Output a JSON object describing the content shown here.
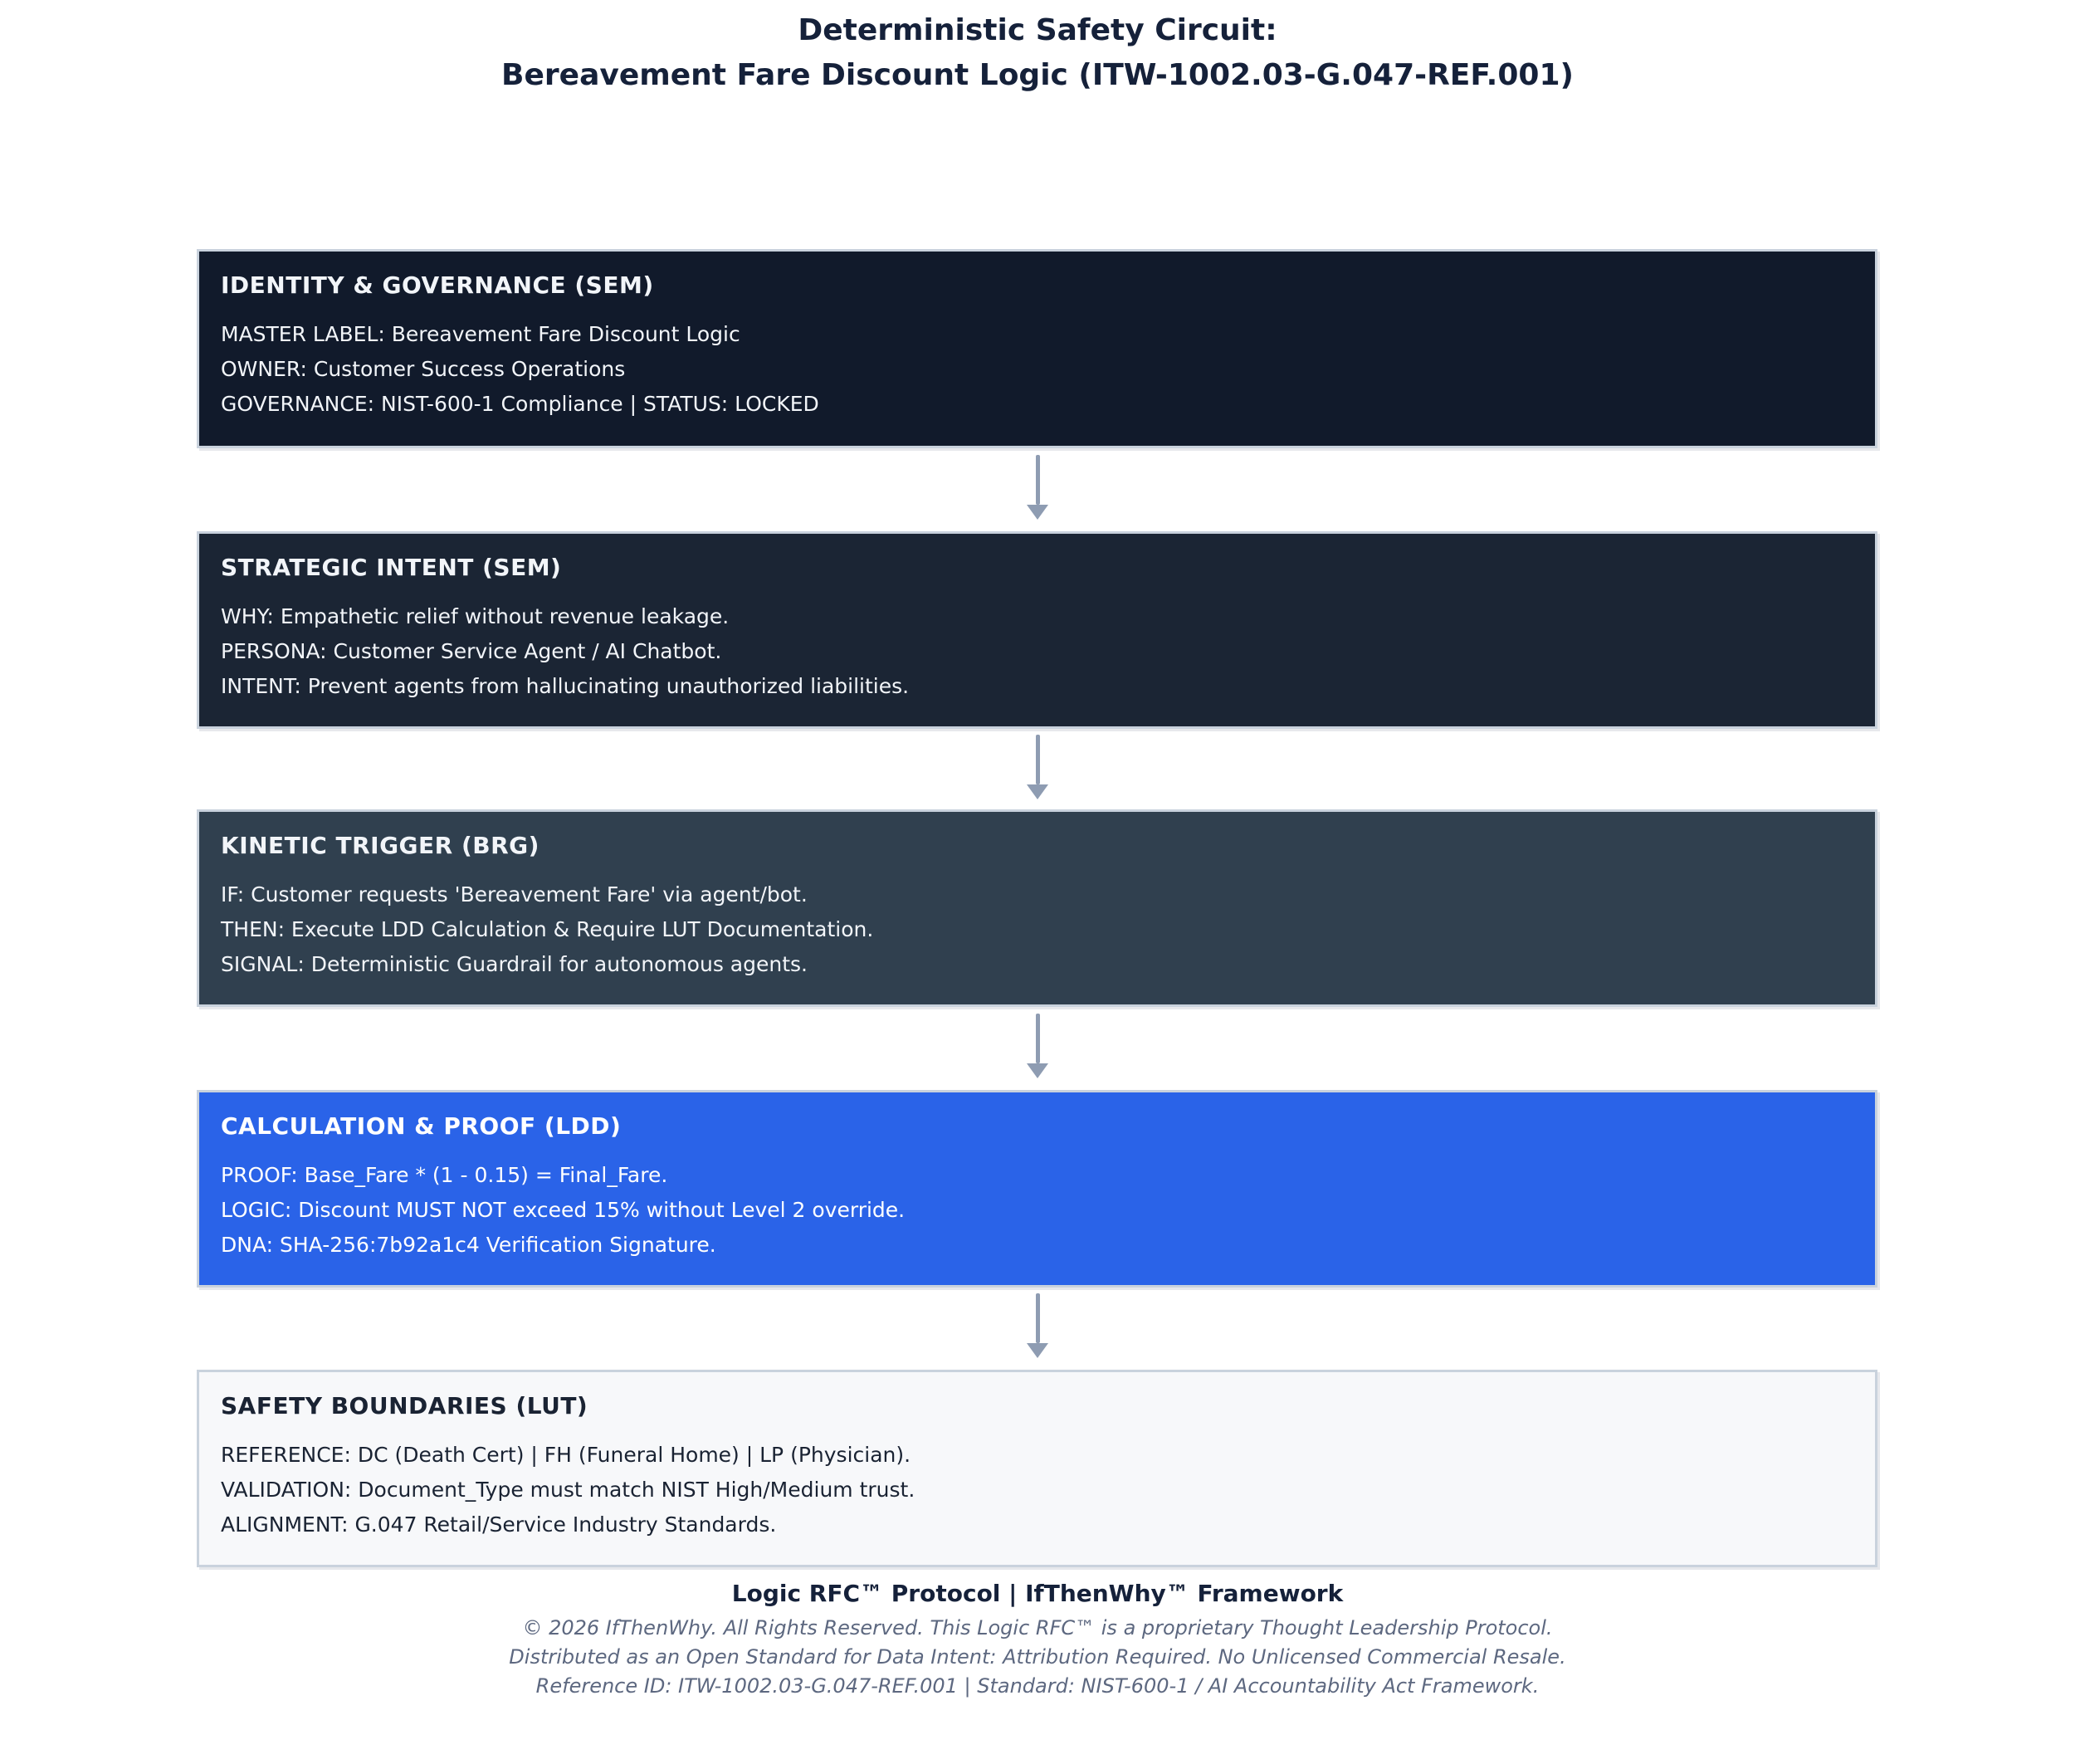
{
  "title": {
    "line1": "Deterministic Safety Circuit:",
    "line2": "Bereavement Fare Discount Logic (ITW-1002.03-G.047-REF.001)"
  },
  "boxes": [
    {
      "header": "IDENTITY & GOVERNANCE (SEM)",
      "lines": [
        "MASTER LABEL: Bereavement Fare Discount Logic",
        "OWNER: Customer Success Operations",
        "GOVERNANCE: NIST-600-1 Compliance | STATUS: LOCKED"
      ],
      "bg": "#111a2b",
      "text": "#f2f5f9"
    },
    {
      "header": "STRATEGIC INTENT (SEM)",
      "lines": [
        "WHY: Empathetic relief without revenue leakage.",
        "PERSONA: Customer Service Agent / AI Chatbot.",
        "INTENT: Prevent agents from hallucinating unauthorized liabilities."
      ],
      "bg": "#1b2534",
      "text": "#f2f5f9"
    },
    {
      "header": "KINETIC TRIGGER (BRG)",
      "lines": [
        "IF: Customer requests 'Bereavement Fare' via agent/bot.",
        "THEN: Execute LDD Calculation & Require LUT Documentation.",
        "SIGNAL: Deterministic Guardrail for autonomous agents."
      ],
      "bg": "#30404f",
      "text": "#f2f5f9"
    },
    {
      "header": "CALCULATION & PROOF (LDD)",
      "lines": [
        "PROOF: Base_Fare * (1 - 0.15) = Final_Fare.",
        "LOGIC: Discount MUST NOT exceed 15% without Level 2 override.",
        "DNA: SHA-256:7b92a1c4 Verification Signature."
      ],
      "bg": "#2a63e8",
      "text": "#ffffff"
    },
    {
      "header": "SAFETY BOUNDARIES (LUT)",
      "lines": [
        "REFERENCE: DC (Death Cert) | FH (Funeral Home) | LP (Physician).",
        "VALIDATION: Document_Type must match NIST High/Medium trust.",
        "ALIGNMENT: G.047 Retail/Service Industry Standards."
      ],
      "bg": "#f7f8fa",
      "text": "#1a2333"
    }
  ],
  "footer": {
    "bold_line": "Logic RFC™ Protocol | IfThenWhy™ Framework",
    "lines": [
      "© 2026 IfThenWhy. All Rights Reserved. This Logic RFC™ is a proprietary Thought Leadership Protocol.",
      "Distributed as an Open Standard for Data Intent: Attribution Required. No Unlicensed Commercial Resale.",
      "Reference ID: ITW-1002.03-G.047-REF.001 | Standard: NIST-600-1 / AI Accountability Act Framework."
    ]
  },
  "colors": {
    "title_text": "#15213a",
    "box_border": "#c9d2dd",
    "arrow": "#8e9cb2",
    "footer_italic": "#5d6880",
    "calculation_accent": "#2a63e8"
  }
}
